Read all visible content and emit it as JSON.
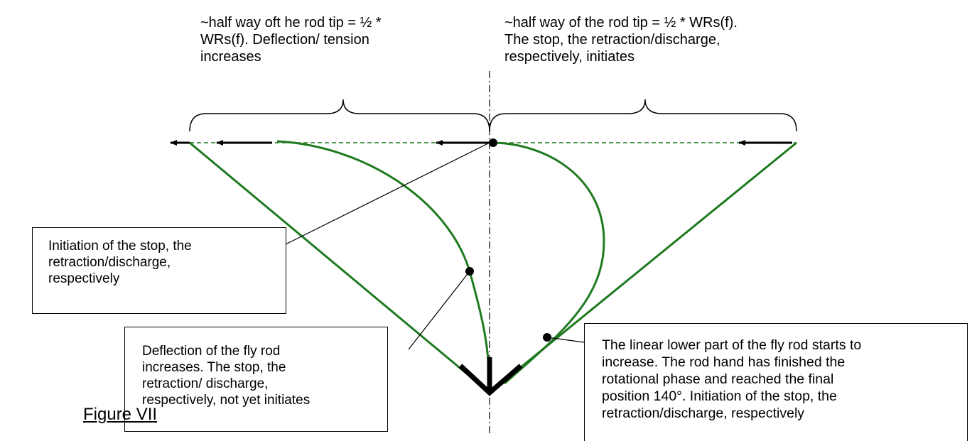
{
  "colors": {
    "rod": "#1f7a1f",
    "ink": "#000000"
  },
  "labels": {
    "left_top": "~half way oft he rod tip = ½ *\nWRs(f). Deflection/ tension\nincreases",
    "right_top": "~half way of the rod tip = ½ * WRs(f).\nThe stop, the retraction/discharge,\nrespectively, initiates",
    "box_initiation": "Initiation of the stop, the\nretraction/discharge,\nrespectively",
    "box_deflection": "Deflection of the fly rod\nincreases. The stop, the\nretraction/ discharge,\nrespectively, not yet initiates",
    "box_linear": "The linear lower part of the fly rod starts to\nincrease. The rod hand has finished the\nrotational phase and reached the final\nposition 140°. Initiation of the stop, the\nretraction/discharge, respectively",
    "figure": "Figure VII"
  }
}
